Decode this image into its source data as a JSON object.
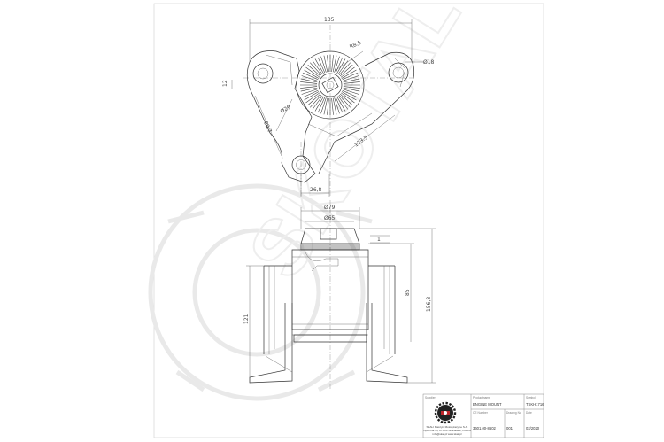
{
  "drawing": {
    "dimensions_top": {
      "overall_width": "135",
      "hub_radius": "R8,5",
      "bore_dia": "Ø29",
      "tab_width": "12",
      "right_hole": "Ø18",
      "left_diag": "89.7",
      "right_diag": "123.5",
      "hole_bottom": "26,8"
    },
    "dimensions_side": {
      "top_dia": "Ø79",
      "cup_dia": "Ø65",
      "small_step": "1",
      "height_body": "85",
      "height_total": "156,8",
      "height_left": "121"
    },
    "watermark": "SKOTAL"
  },
  "title_block": {
    "company_label": "Supplier",
    "company_lines": [
      "SKALI Maszyni Motoryzacyjne S.A.",
      "Opoczna 45, 87-800 Wloclawek, Poland",
      "info@skal.pl  www.skal.pl"
    ],
    "product_name_label": "Product name",
    "product_name": "ENGINE MOUNT",
    "symbol_label": "Symbol",
    "symbol": "TSKH1716",
    "oe_number_label": "OE Number",
    "oe_number": "3601.00-8602",
    "drawing_no_label": "Drawing No",
    "drawing_no": "001",
    "date_label": "Date",
    "date": "02/2020"
  }
}
